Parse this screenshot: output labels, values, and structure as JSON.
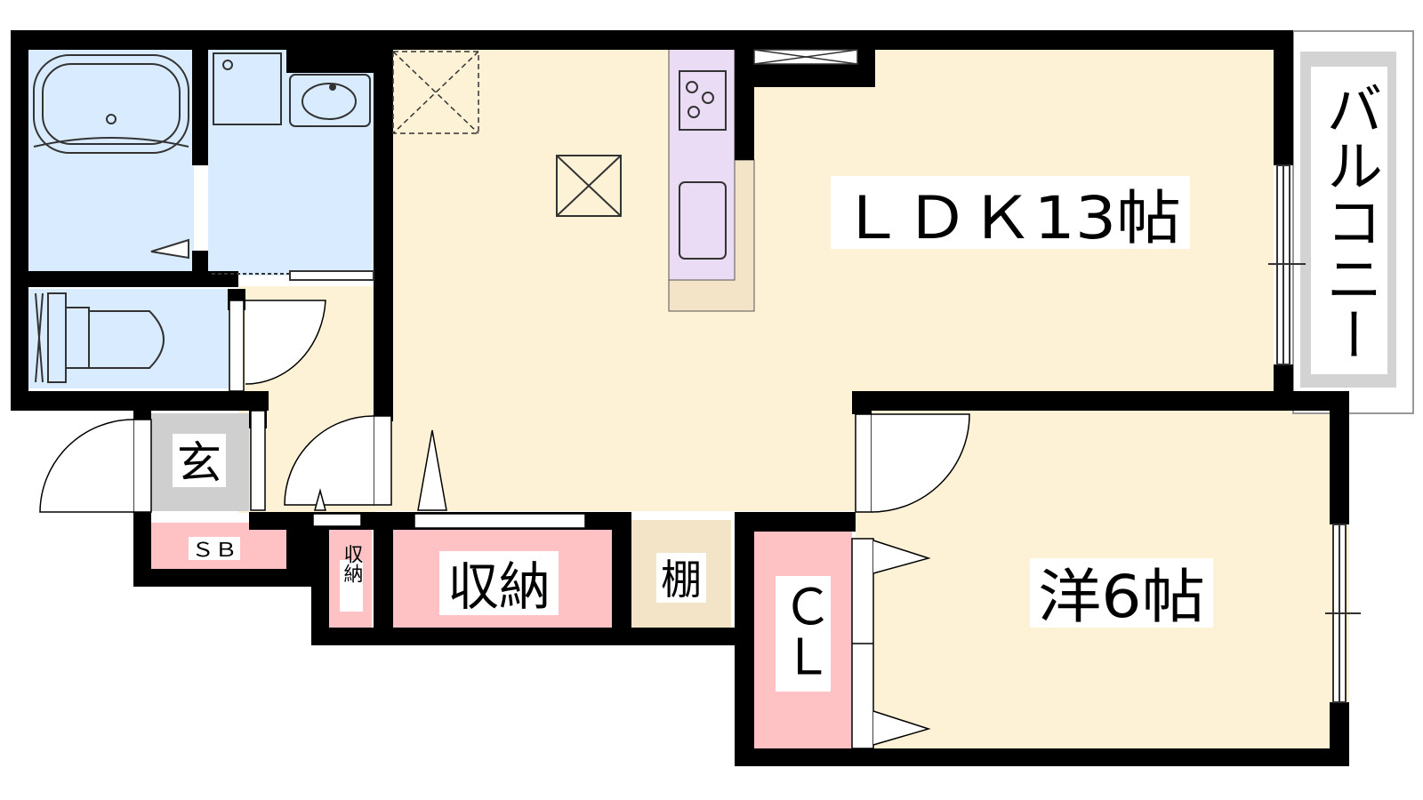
{
  "rooms": {
    "ldk_label": "ＬＤＫ13帖",
    "western_label": "洋6帖",
    "balcony_label": "バルコニー",
    "entrance_label": "玄",
    "storage_label": "収納",
    "small_storage_label": "収納",
    "shelf_label": "棚",
    "closet_label": "ＣＬ",
    "shoebox_label": "ＳＢ"
  },
  "colors": {
    "wall": "#000000",
    "floor_wood": "#fdf2d5",
    "wet_area": "#d9ecff",
    "storage": "#ffc2c4",
    "kitchen": "#eadcf5",
    "shelf": "#f3e3c7",
    "entrance": "#cfcfcf",
    "balcony": "#d3d3d3"
  }
}
